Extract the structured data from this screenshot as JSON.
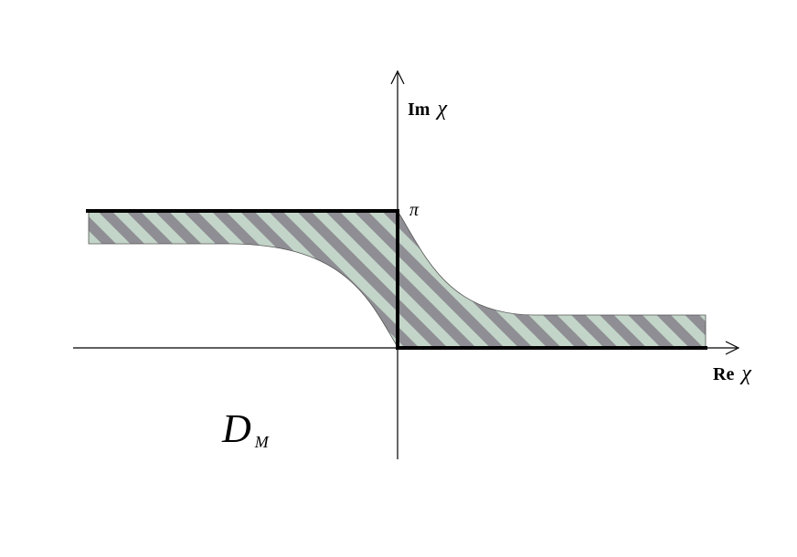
{
  "labels": {
    "im_prefix": "Im",
    "re_prefix": "Re",
    "chi": "χ",
    "pi": "π",
    "domain_main": "D",
    "domain_sub": "M"
  },
  "colors": {
    "axis": "#000000",
    "boundary": "#000000",
    "hatch_light": "#c3d5c8",
    "hatch_dark": "#8e8e94",
    "background": "#ffffff"
  }
}
